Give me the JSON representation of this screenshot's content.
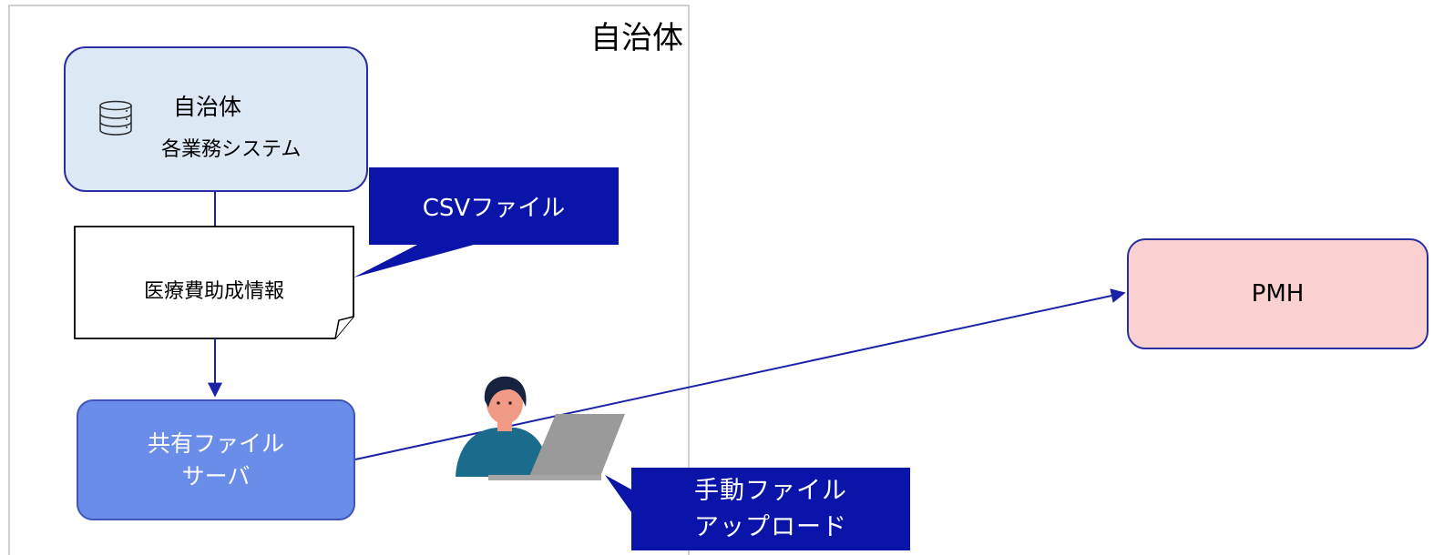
{
  "organization": {
    "title": "自治体"
  },
  "system_box": {
    "title": "自治体",
    "subtitle": "各業務システム",
    "icon": "database-icon"
  },
  "document": {
    "label": "医療費助成情報"
  },
  "csv_callout": {
    "label": "CSVファイル"
  },
  "shared_server": {
    "line1": "共有ファイル",
    "line2": "サーバ"
  },
  "pmh": {
    "label": "PMH"
  },
  "upload_callout": {
    "line1": "手動ファイル",
    "line2": "アップロード"
  },
  "user": {
    "icon": "person-with-laptop-icon"
  },
  "colors": {
    "navy": "#0a14a8",
    "system_fill": "#dce8f4",
    "server_fill": "#6a8de9",
    "pmh_fill": "#fbd0d0",
    "connector": "#1a22a8"
  }
}
